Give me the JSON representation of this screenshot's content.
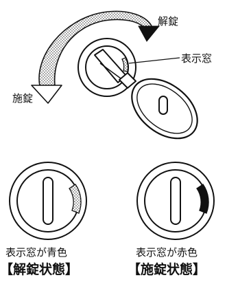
{
  "labels": {
    "unlock": "解錠",
    "lock": "施錠",
    "indicator_window": "表示窓"
  },
  "states": [
    {
      "caption": "表示窓が青色",
      "state_label": "【解錠状態】",
      "indicator": "dotted"
    },
    {
      "caption": "表示窓が赤色",
      "state_label": "【施錠状態】",
      "indicator": "solid"
    }
  ],
  "colors": {
    "line": "#111111",
    "dots": "#333333",
    "background": "#ffffff"
  }
}
